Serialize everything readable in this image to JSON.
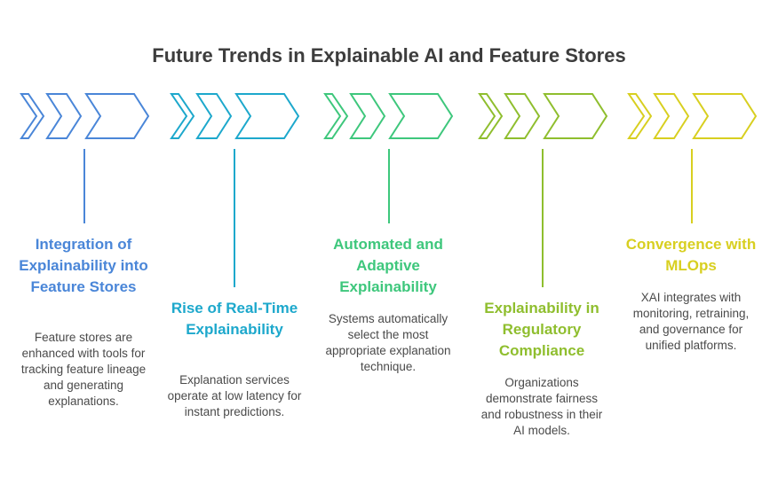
{
  "title": "Future Trends in Explainable AI and Feature Stores",
  "stages": [
    {
      "title": "Integration of Explainability into Feature Stores",
      "desc": "Feature stores are enhanced with tools for tracking feature lineage and generating explanations.",
      "color": "#4a86d8"
    },
    {
      "title": "Rise of Real-Time Explainability",
      "desc": "Explanation services operate at low latency for instant predictions.",
      "color": "#1da8cc"
    },
    {
      "title": "Automated and Adaptive Explainability",
      "desc": "Systems automatically select the most appropriate explanation technique.",
      "color": "#3ec77c"
    },
    {
      "title": "Explainability in Regulatory Compliance",
      "desc": "Organizations demonstrate fairness and robustness in their AI models.",
      "color": "#8fbe2e"
    },
    {
      "title": "Convergence with MLOps",
      "desc": "XAI integrates with monitoring, retraining, and governance for unified platforms.",
      "color": "#d8cf20"
    }
  ]
}
